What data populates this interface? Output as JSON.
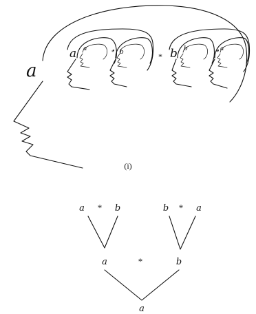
{
  "head_figure": {
    "outer_label": "a",
    "left_pair": {
      "left_label": "a",
      "left_inner": "a",
      "operator": "*",
      "right_inner": "b"
    },
    "middle_operator": "*",
    "right_pair": {
      "left_label": "b",
      "left_inner": "b",
      "operator": "*",
      "right_inner": "a"
    }
  },
  "caption": "(i)",
  "tree": {
    "left_top": {
      "left": "a",
      "op": "*",
      "right": "b"
    },
    "right_top": {
      "left": "b",
      "op": "*",
      "right": "a"
    },
    "middle": {
      "left": "a",
      "op": "*",
      "right": "b"
    },
    "root": "a"
  }
}
